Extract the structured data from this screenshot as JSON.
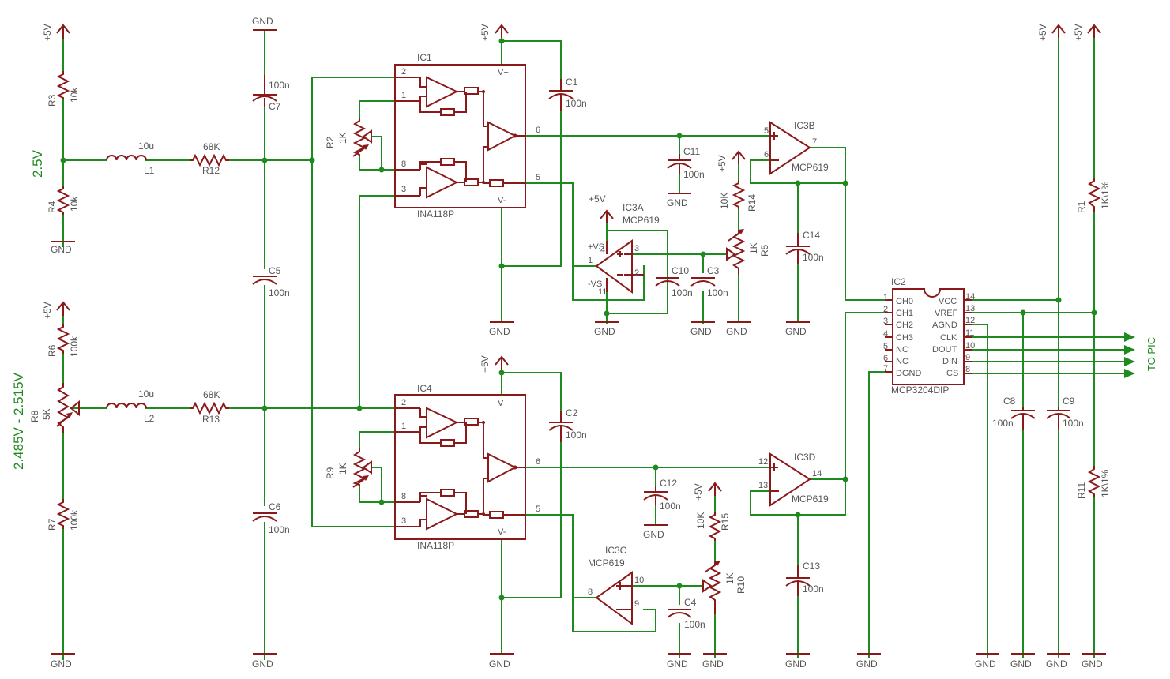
{
  "colors": {
    "wire": "#1f8a1f",
    "component": "#8a1a1a",
    "text": "#555555",
    "background": "#ffffff"
  },
  "net_labels": {
    "vcc": "+5V",
    "gnd": "GND",
    "ref_2v5": "2.5V",
    "ref_range": "2.485V - 2.515V",
    "to_pic": "TO PIC"
  },
  "resistors": {
    "R3": {
      "name": "R3",
      "value": "10k"
    },
    "R4": {
      "name": "R4",
      "value": "10k"
    },
    "R6": {
      "name": "R6",
      "value": "100k"
    },
    "R7": {
      "name": "R7",
      "value": "100k"
    },
    "R8": {
      "name": "R8",
      "value": "5K"
    },
    "R12": {
      "name": "R12",
      "value": "68K"
    },
    "R13": {
      "name": "R13",
      "value": "68K"
    },
    "R2": {
      "name": "R2",
      "value": "1K"
    },
    "R9": {
      "name": "R9",
      "value": "1K"
    },
    "R14": {
      "name": "R14",
      "value": "10K"
    },
    "R15": {
      "name": "R15",
      "value": "10K"
    },
    "R5": {
      "name": "R5",
      "value": "1K"
    },
    "R10": {
      "name": "R10",
      "value": "1K"
    },
    "R1": {
      "name": "R1",
      "value": "1K\\1%"
    },
    "R11": {
      "name": "R11",
      "value": "1K\\1%"
    }
  },
  "inductors": {
    "L1": {
      "name": "L1",
      "value": "10u"
    },
    "L2": {
      "name": "L2",
      "value": "10u"
    }
  },
  "capacitors": {
    "C1": {
      "name": "C1",
      "value": "100n"
    },
    "C2": {
      "name": "C2",
      "value": "100n"
    },
    "C3": {
      "name": "C3",
      "value": "100n"
    },
    "C4": {
      "name": "C4",
      "value": "100n"
    },
    "C5": {
      "name": "C5",
      "value": "100n"
    },
    "C6": {
      "name": "C6",
      "value": "100n"
    },
    "C7": {
      "name": "C7",
      "value": "100n"
    },
    "C8": {
      "name": "C8",
      "value": "100n"
    },
    "C9": {
      "name": "C9",
      "value": "100n"
    },
    "C10": {
      "name": "C10",
      "value": "100n"
    },
    "C11": {
      "name": "C11",
      "value": "100n"
    },
    "C12": {
      "name": "C12",
      "value": "100n"
    },
    "C13": {
      "name": "C13",
      "value": "100n"
    },
    "C14": {
      "name": "C14",
      "value": "100n"
    }
  },
  "ics": {
    "IC1": {
      "name": "IC1",
      "part": "INA118P",
      "vplus": "V+",
      "vminus": "V-",
      "pins": [
        "2",
        "1",
        "8",
        "3",
        "6",
        "5"
      ]
    },
    "IC4": {
      "name": "IC4",
      "part": "INA118P",
      "vplus": "V+",
      "vminus": "V-",
      "pins": [
        "2",
        "1",
        "8",
        "3",
        "6",
        "5"
      ]
    },
    "IC3A": {
      "name": "IC3A",
      "part": "MCP619",
      "pins": [
        "3",
        "2",
        "1"
      ],
      "supply": [
        "+VS",
        "-VS",
        "4",
        "11"
      ]
    },
    "IC3B": {
      "name": "IC3B",
      "part": "MCP619",
      "pins": [
        "5",
        "6",
        "7"
      ]
    },
    "IC3C": {
      "name": "IC3C",
      "part": "MCP619",
      "pins": [
        "10",
        "9",
        "8"
      ]
    },
    "IC3D": {
      "name": "IC3D",
      "part": "MCP619",
      "pins": [
        "12",
        "13",
        "14"
      ]
    },
    "IC2": {
      "name": "IC2",
      "part": "MCP3204DIP",
      "left": [
        {
          "pin": "1",
          "name": "CH0"
        },
        {
          "pin": "2",
          "name": "CH1"
        },
        {
          "pin": "3",
          "name": "CH2"
        },
        {
          "pin": "4",
          "name": "CH3"
        },
        {
          "pin": "5",
          "name": "NC"
        },
        {
          "pin": "6",
          "name": "NC"
        },
        {
          "pin": "7",
          "name": "DGND"
        }
      ],
      "right": [
        {
          "pin": "14",
          "name": "VCC"
        },
        {
          "pin": "13",
          "name": "VREF"
        },
        {
          "pin": "12",
          "name": "AGND"
        },
        {
          "pin": "11",
          "name": "CLK"
        },
        {
          "pin": "10",
          "name": "DOUT"
        },
        {
          "pin": "9",
          "name": "DIN"
        },
        {
          "pin": "8",
          "name": "CS"
        }
      ]
    }
  }
}
